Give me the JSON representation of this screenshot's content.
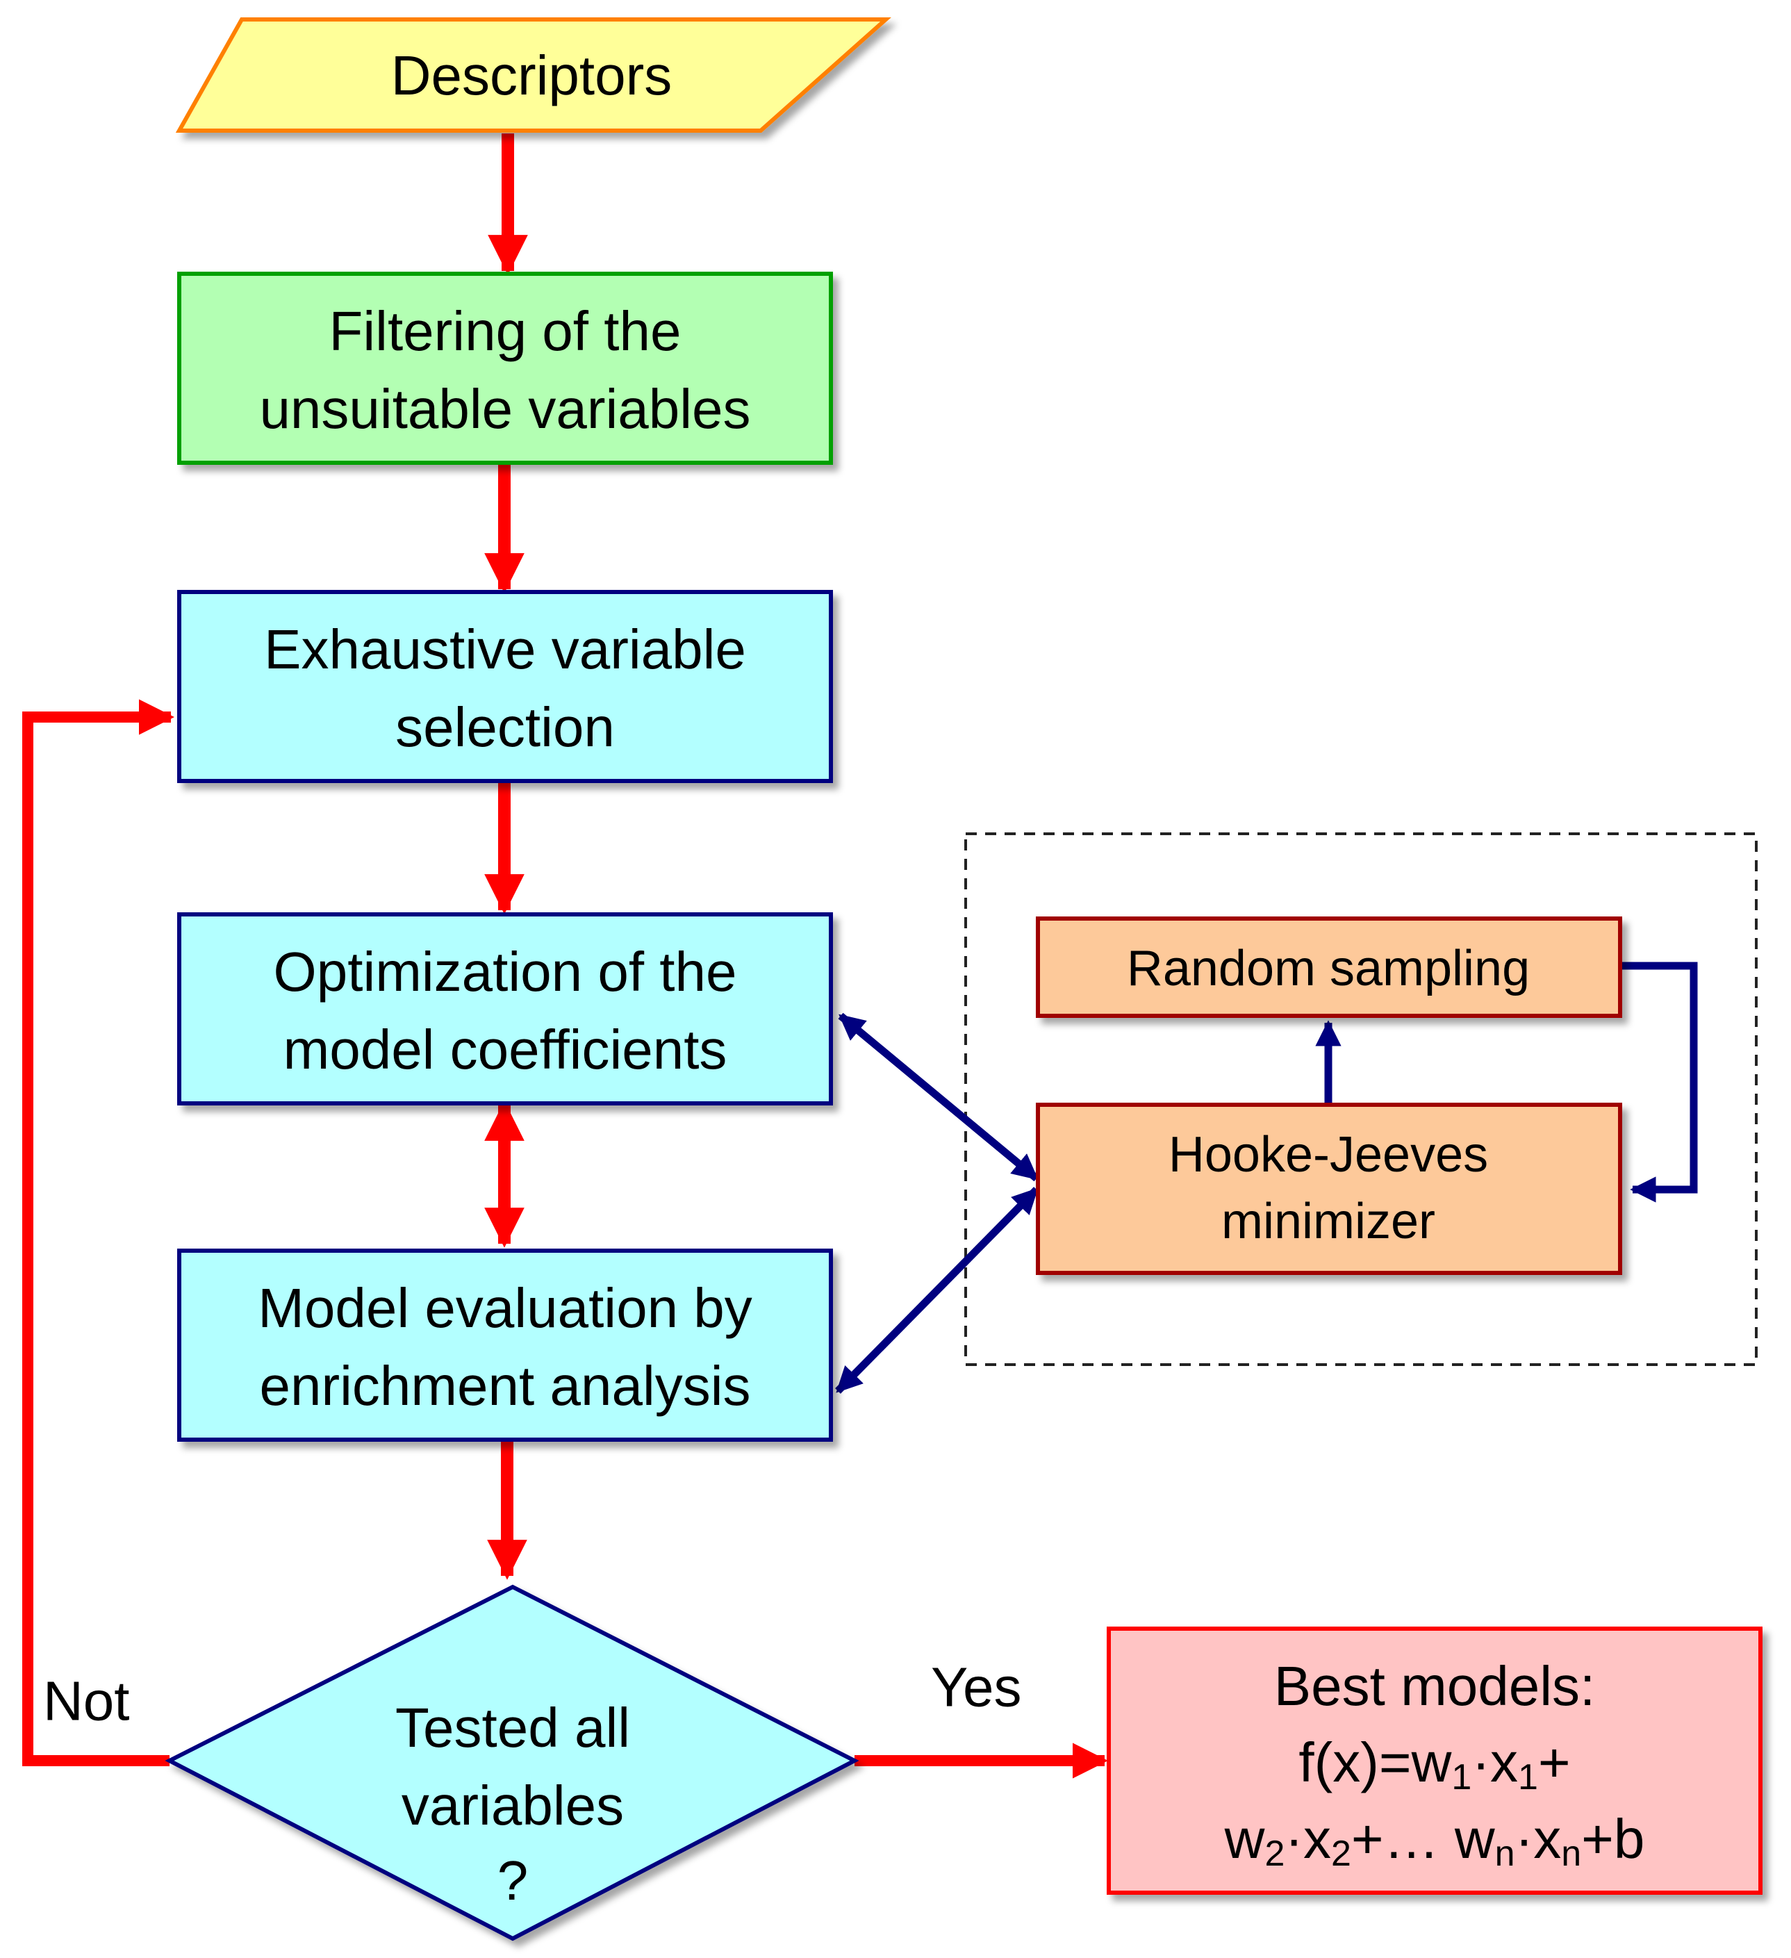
{
  "nodes": {
    "descriptors": {
      "lines": [
        "Descriptors"
      ]
    },
    "filtering": {
      "lines": [
        "Filtering  of  the",
        "unsuitable  variables"
      ]
    },
    "exhaustive": {
      "lines": [
        "Exhaustive  variable",
        "selection"
      ]
    },
    "optimization": {
      "lines": [
        "Optimization  of  the",
        "model  coefficients"
      ]
    },
    "evaluation": {
      "lines": [
        "Model  evaluation  by",
        "enrichment  analysis"
      ]
    },
    "decision": {
      "lines": [
        "Tested all",
        "variables",
        "?"
      ]
    },
    "random_sampling": {
      "lines": [
        "Random sampling"
      ]
    },
    "hooke_jeeves": {
      "lines": [
        "Hooke-Jeeves",
        "minimizer"
      ]
    },
    "best_models": {
      "title": "Best models:",
      "formula_line1": {
        "a": "f(x)=w",
        "s1": "1",
        "b": "·x",
        "s2": "1",
        "c": "+"
      },
      "formula_line2": {
        "a": "w",
        "s1": "2",
        "b": "·x",
        "s2": "2",
        "c": "+…  w",
        "s3": "n",
        "d": "·x",
        "s4": "n",
        "e": "+b"
      }
    }
  },
  "edge_labels": {
    "not": "Not",
    "yes": "Yes"
  },
  "colors": {
    "flow_arrow": "#ff0000",
    "loop_arrow": "#00007f",
    "descriptors_fill": "#ffff99",
    "descriptors_border": "#ff8000",
    "filtering_fill": "#b3ffb3",
    "filtering_border": "#00a000",
    "process_fill": "#b3ffff",
    "process_border": "#00007f",
    "optimizer_fill": "#fdc99a",
    "optimizer_border": "#a00000",
    "result_fill": "#ffc4c4",
    "result_border": "#ff0000"
  }
}
